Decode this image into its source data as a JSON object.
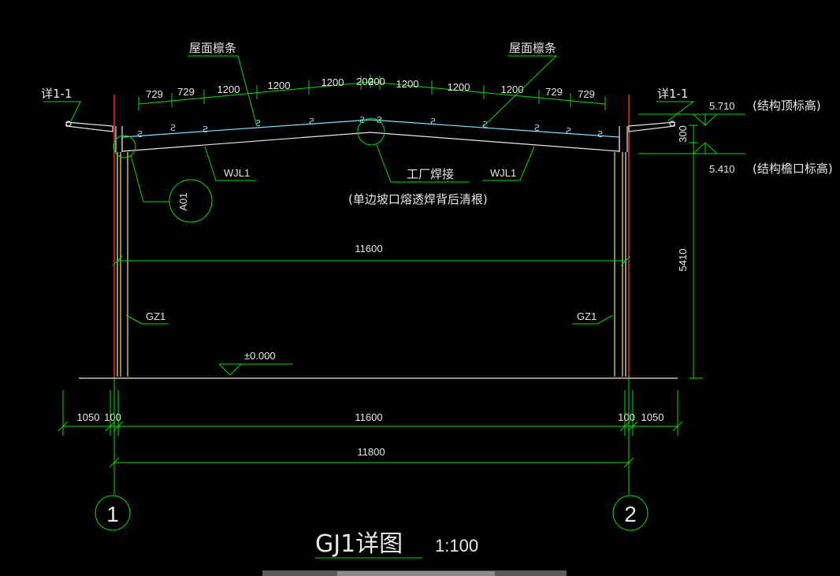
{
  "labels": {
    "detail_left": "详1-1",
    "detail_right": "详1-1",
    "purlin_left": "屋面檩条",
    "purlin_right": "屋面檩条",
    "top_elev_value": "5.710",
    "top_elev_note": "(结构顶标高)",
    "eave_elev_value": "5.410",
    "eave_elev_note": "(结构檐口标高)",
    "beam_left": "WJL1",
    "beam_right": "WJL1",
    "weld_title": "工厂焊接",
    "weld_note": "(单边坡口熔透焊背后清根)",
    "node_bubble": "A01",
    "col_left": "GZ1",
    "col_right": "GZ1",
    "ground_level": "±0.000",
    "axis_1": "1",
    "axis_2": "2",
    "drawing_title": "GJ1详图",
    "drawing_scale": "1:100"
  },
  "dimensions": {
    "purlin_spacing": [
      "729",
      "729",
      "1200",
      "1200",
      "1200",
      "200",
      "200",
      "1200",
      "1200",
      "1200",
      "729",
      "729"
    ],
    "inner_span": "11600",
    "height_300": "300",
    "height_5410": "5410",
    "bottom_chain": [
      "1050",
      "100",
      "11600",
      "100",
      "1050"
    ],
    "axis_span": "11800"
  },
  "colors": {
    "background": "#000000",
    "dimension": "#00e000",
    "text": "#e8e8e8",
    "axis_line": "#ff2a2a",
    "column": "#f0f060",
    "roof": "#7fe0ff"
  }
}
